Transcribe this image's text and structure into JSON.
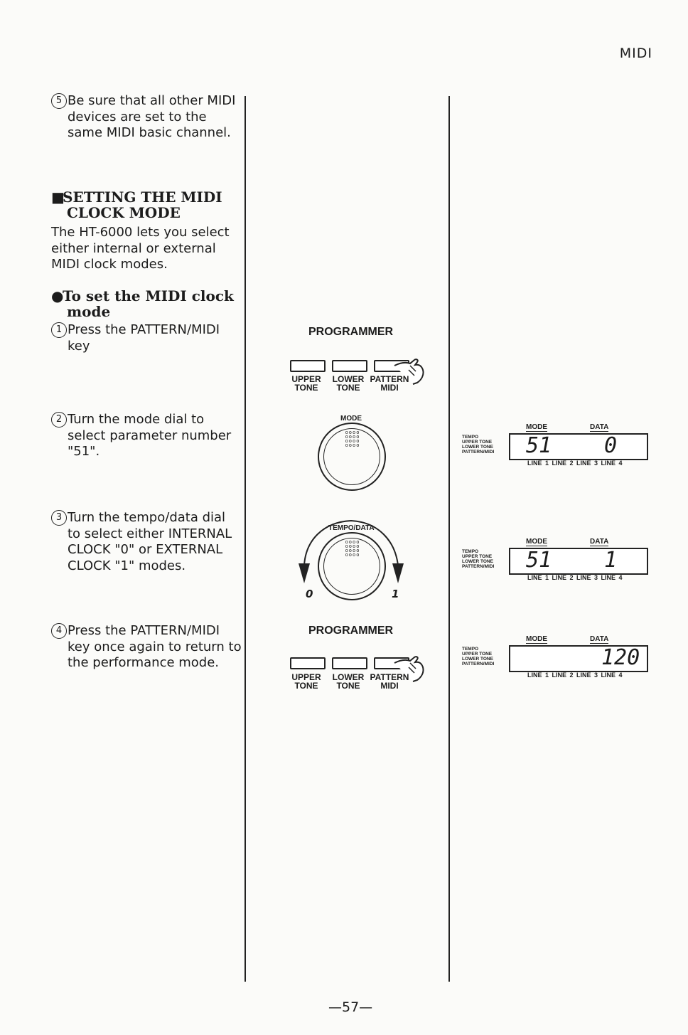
{
  "header": {
    "section": "MIDI"
  },
  "step5": {
    "num": "5",
    "text": "Be sure that all other MIDI devices are set to the same MIDI basic channel."
  },
  "section_heading": {
    "marker": "■",
    "line1": "SETTING THE MIDI",
    "line2": "CLOCK MODE"
  },
  "intro": "The HT-6000 lets you select either internal or external MIDI clock modes.",
  "sub_heading": {
    "marker": "●",
    "line1": "To set the MIDI clock",
    "line2": "mode"
  },
  "steps": [
    {
      "num": "1",
      "text": "Press the PATTERN/MIDI key"
    },
    {
      "num": "2",
      "text": "Turn the mode dial to select parameter number \"51\"."
    },
    {
      "num": "3",
      "text": "Turn the tempo/data dial to select either INTERNAL CLOCK \"0\" or EXTERNAL CLOCK \"1\" modes."
    },
    {
      "num": "4",
      "text": "Press the PATTERN/MIDI key once again to return to the performance mode."
    }
  ],
  "programmer": {
    "title": "PROGRAMMER",
    "upper_line1": "UPPER",
    "upper_line2": "TONE",
    "lower_line1": "LOWER",
    "lower_line2": "TONE",
    "pattern_line1": "PATTERN",
    "pattern_line2": "MIDI"
  },
  "mode_dial": {
    "label": "MODE"
  },
  "tempo_dial": {
    "label": "TEMPO/DATA",
    "left_value": "0",
    "right_value": "1"
  },
  "lcd_labels": {
    "mode": "MODE",
    "data": "DATA",
    "tempo": "TEMPO",
    "upper_tone": "UPPER TONE",
    "lower_tone": "LOWER TONE",
    "pattern_midi": "PATTERN/MIDI",
    "lines": "LINE 1  LINE 2  LINE 3  LINE 4"
  },
  "lcd_displays": [
    {
      "mode_value": "51",
      "data_value": "0"
    },
    {
      "mode_value": "51",
      "data_value": "1"
    },
    {
      "mode_value": "",
      "data_value": "120"
    }
  ],
  "page_number": "—57—"
}
